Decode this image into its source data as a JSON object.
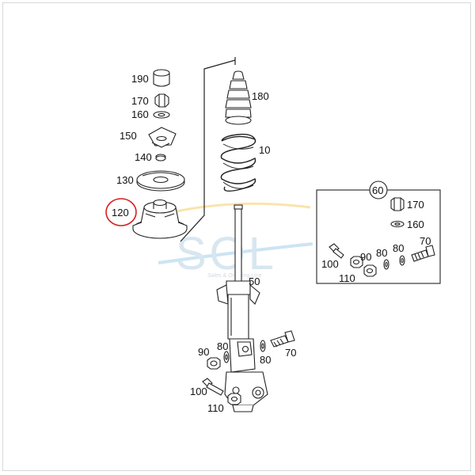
{
  "diagram": {
    "labels": {
      "p190": "190",
      "p170": "170",
      "p160": "160",
      "p150": "150",
      "p140": "140",
      "p130": "130",
      "p120": "120",
      "p180": "180",
      "p10": "10",
      "p50": "50",
      "s90": "90",
      "s80a": "80",
      "s70": "70",
      "s80b": "80",
      "s100": "100",
      "s110": "110",
      "box60": "60",
      "b170": "170",
      "b160": "160",
      "b100": "100",
      "b90": "90",
      "b80a": "80",
      "b80b": "80",
      "b70": "70",
      "b110": "110"
    },
    "highlight_color": "#d42020",
    "line_color": "#222222"
  },
  "watermark": {
    "logo_text": "SOL",
    "tagline": "Sales & Ordering Line"
  }
}
